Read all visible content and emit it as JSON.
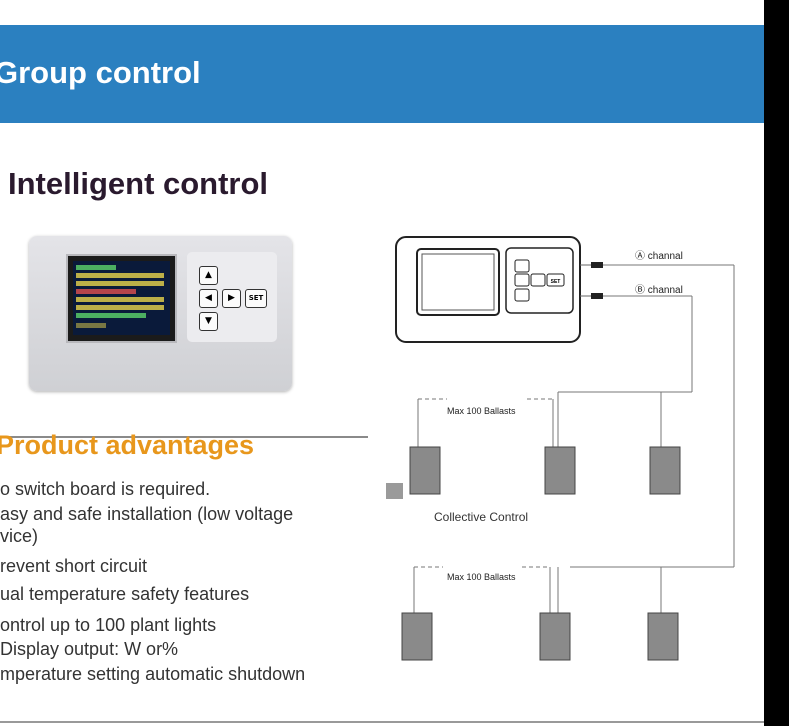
{
  "banner": {
    "title": "Group control"
  },
  "heading": "Intelligent control",
  "device": {
    "set_label": "SET"
  },
  "advantages": {
    "title": "Product advantages",
    "items": [
      "o switch board is required.",
      "asy and safe installation (low voltage",
      "vice)",
      "revent short circuit",
      "ual temperature safety features",
      "ontrol up to 100 plant lights",
      "Display output: W or%",
      "mperature setting automatic shutdown"
    ]
  },
  "diagram": {
    "channel_a": "Ⓐ channal",
    "channel_b": "Ⓑ channal",
    "group_label_1": "Max 100 Ballasts",
    "group_label_2": "Max 100 Ballasts",
    "caption": "Collective Control",
    "set_label": "SET"
  }
}
